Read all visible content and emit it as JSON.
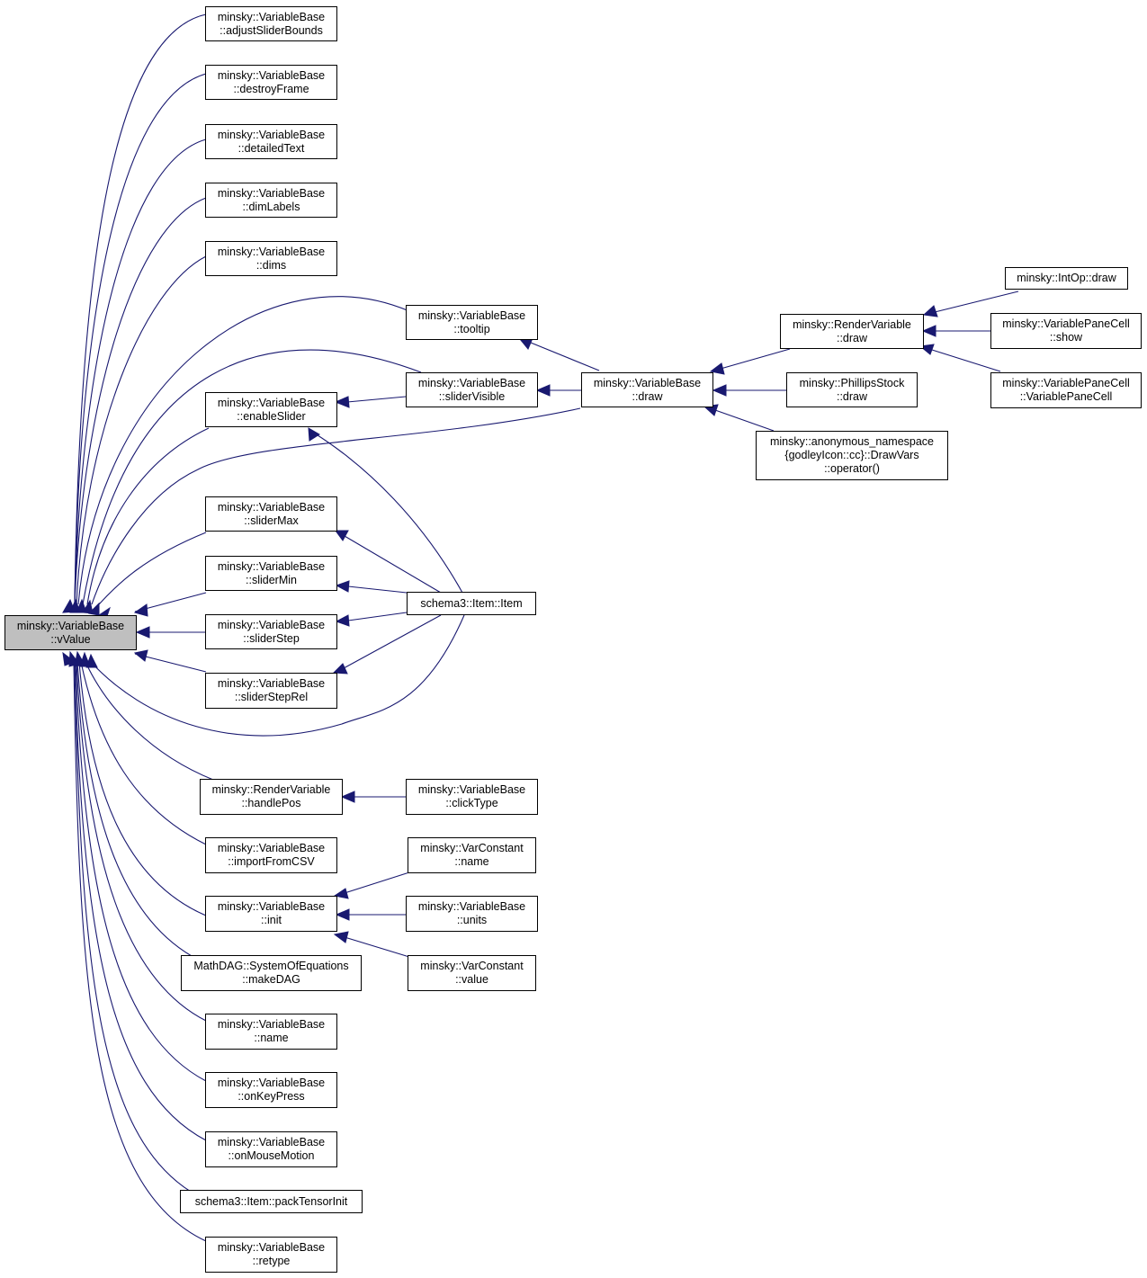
{
  "graph": {
    "root": {
      "line1": "minsky::VariableBase",
      "line2": "::vValue"
    },
    "nodes": {
      "adjustSliderBounds": {
        "line1": "minsky::VariableBase",
        "line2": "::adjustSliderBounds"
      },
      "destroyFrame": {
        "line1": "minsky::VariableBase",
        "line2": "::destroyFrame"
      },
      "detailedText": {
        "line1": "minsky::VariableBase",
        "line2": "::detailedText"
      },
      "dimLabels": {
        "line1": "minsky::VariableBase",
        "line2": "::dimLabels"
      },
      "dims": {
        "line1": "minsky::VariableBase",
        "line2": "::dims"
      },
      "tooltip": {
        "line1": "minsky::VariableBase",
        "line2": "::tooltip"
      },
      "sliderVisible": {
        "line1": "minsky::VariableBase",
        "line2": "::sliderVisible"
      },
      "enableSlider": {
        "line1": "minsky::VariableBase",
        "line2": "::enableSlider"
      },
      "vbDraw": {
        "line1": "minsky::VariableBase",
        "line2": "::draw"
      },
      "renderVariableDraw": {
        "line1": "minsky::RenderVariable",
        "line2": "::draw"
      },
      "intOpDraw": {
        "line1": "minsky::IntOp::draw"
      },
      "paneCellShow": {
        "line1": "minsky::VariablePaneCell",
        "line2": "::show"
      },
      "paneCellCtor": {
        "line1": "minsky::VariablePaneCell",
        "line2": "::VariablePaneCell"
      },
      "phillipsDraw": {
        "line1": "minsky::PhillipsStock",
        "line2": "::draw"
      },
      "drawVarsOp": {
        "line1": "minsky::anonymous_namespace",
        "line2": "{godleyIcon::cc}::DrawVars",
        "line3": "::operator()"
      },
      "sliderMax": {
        "line1": "minsky::VariableBase",
        "line2": "::sliderMax"
      },
      "sliderMin": {
        "line1": "minsky::VariableBase",
        "line2": "::sliderMin"
      },
      "sliderStep": {
        "line1": "minsky::VariableBase",
        "line2": "::sliderStep"
      },
      "sliderStepRel": {
        "line1": "minsky::VariableBase",
        "line2": "::sliderStepRel"
      },
      "schemaItem": {
        "line1": "schema3::Item::Item"
      },
      "handlePos": {
        "line1": "minsky::RenderVariable",
        "line2": "::handlePos"
      },
      "clickType": {
        "line1": "minsky::VariableBase",
        "line2": "::clickType"
      },
      "importFromCSV": {
        "line1": "minsky::VariableBase",
        "line2": "::importFromCSV"
      },
      "init": {
        "line1": "minsky::VariableBase",
        "line2": "::init"
      },
      "varConstName": {
        "line1": "minsky::VarConstant",
        "line2": "::name"
      },
      "vbUnits": {
        "line1": "minsky::VariableBase",
        "line2": "::units"
      },
      "varConstValue": {
        "line1": "minsky::VarConstant",
        "line2": "::value"
      },
      "makeDAG": {
        "line1": "MathDAG::SystemOfEquations",
        "line2": "::makeDAG"
      },
      "vbName": {
        "line1": "minsky::VariableBase",
        "line2": "::name"
      },
      "onKeyPress": {
        "line1": "minsky::VariableBase",
        "line2": "::onKeyPress"
      },
      "onMouseMotion": {
        "line1": "minsky::VariableBase",
        "line2": "::onMouseMotion"
      },
      "packTensorInit": {
        "line1": "schema3::Item::packTensorInit"
      },
      "retype": {
        "line1": "minsky::VariableBase",
        "line2": "::retype"
      }
    },
    "edge_color": "#191970",
    "root_fill": "#bfbfbf"
  }
}
